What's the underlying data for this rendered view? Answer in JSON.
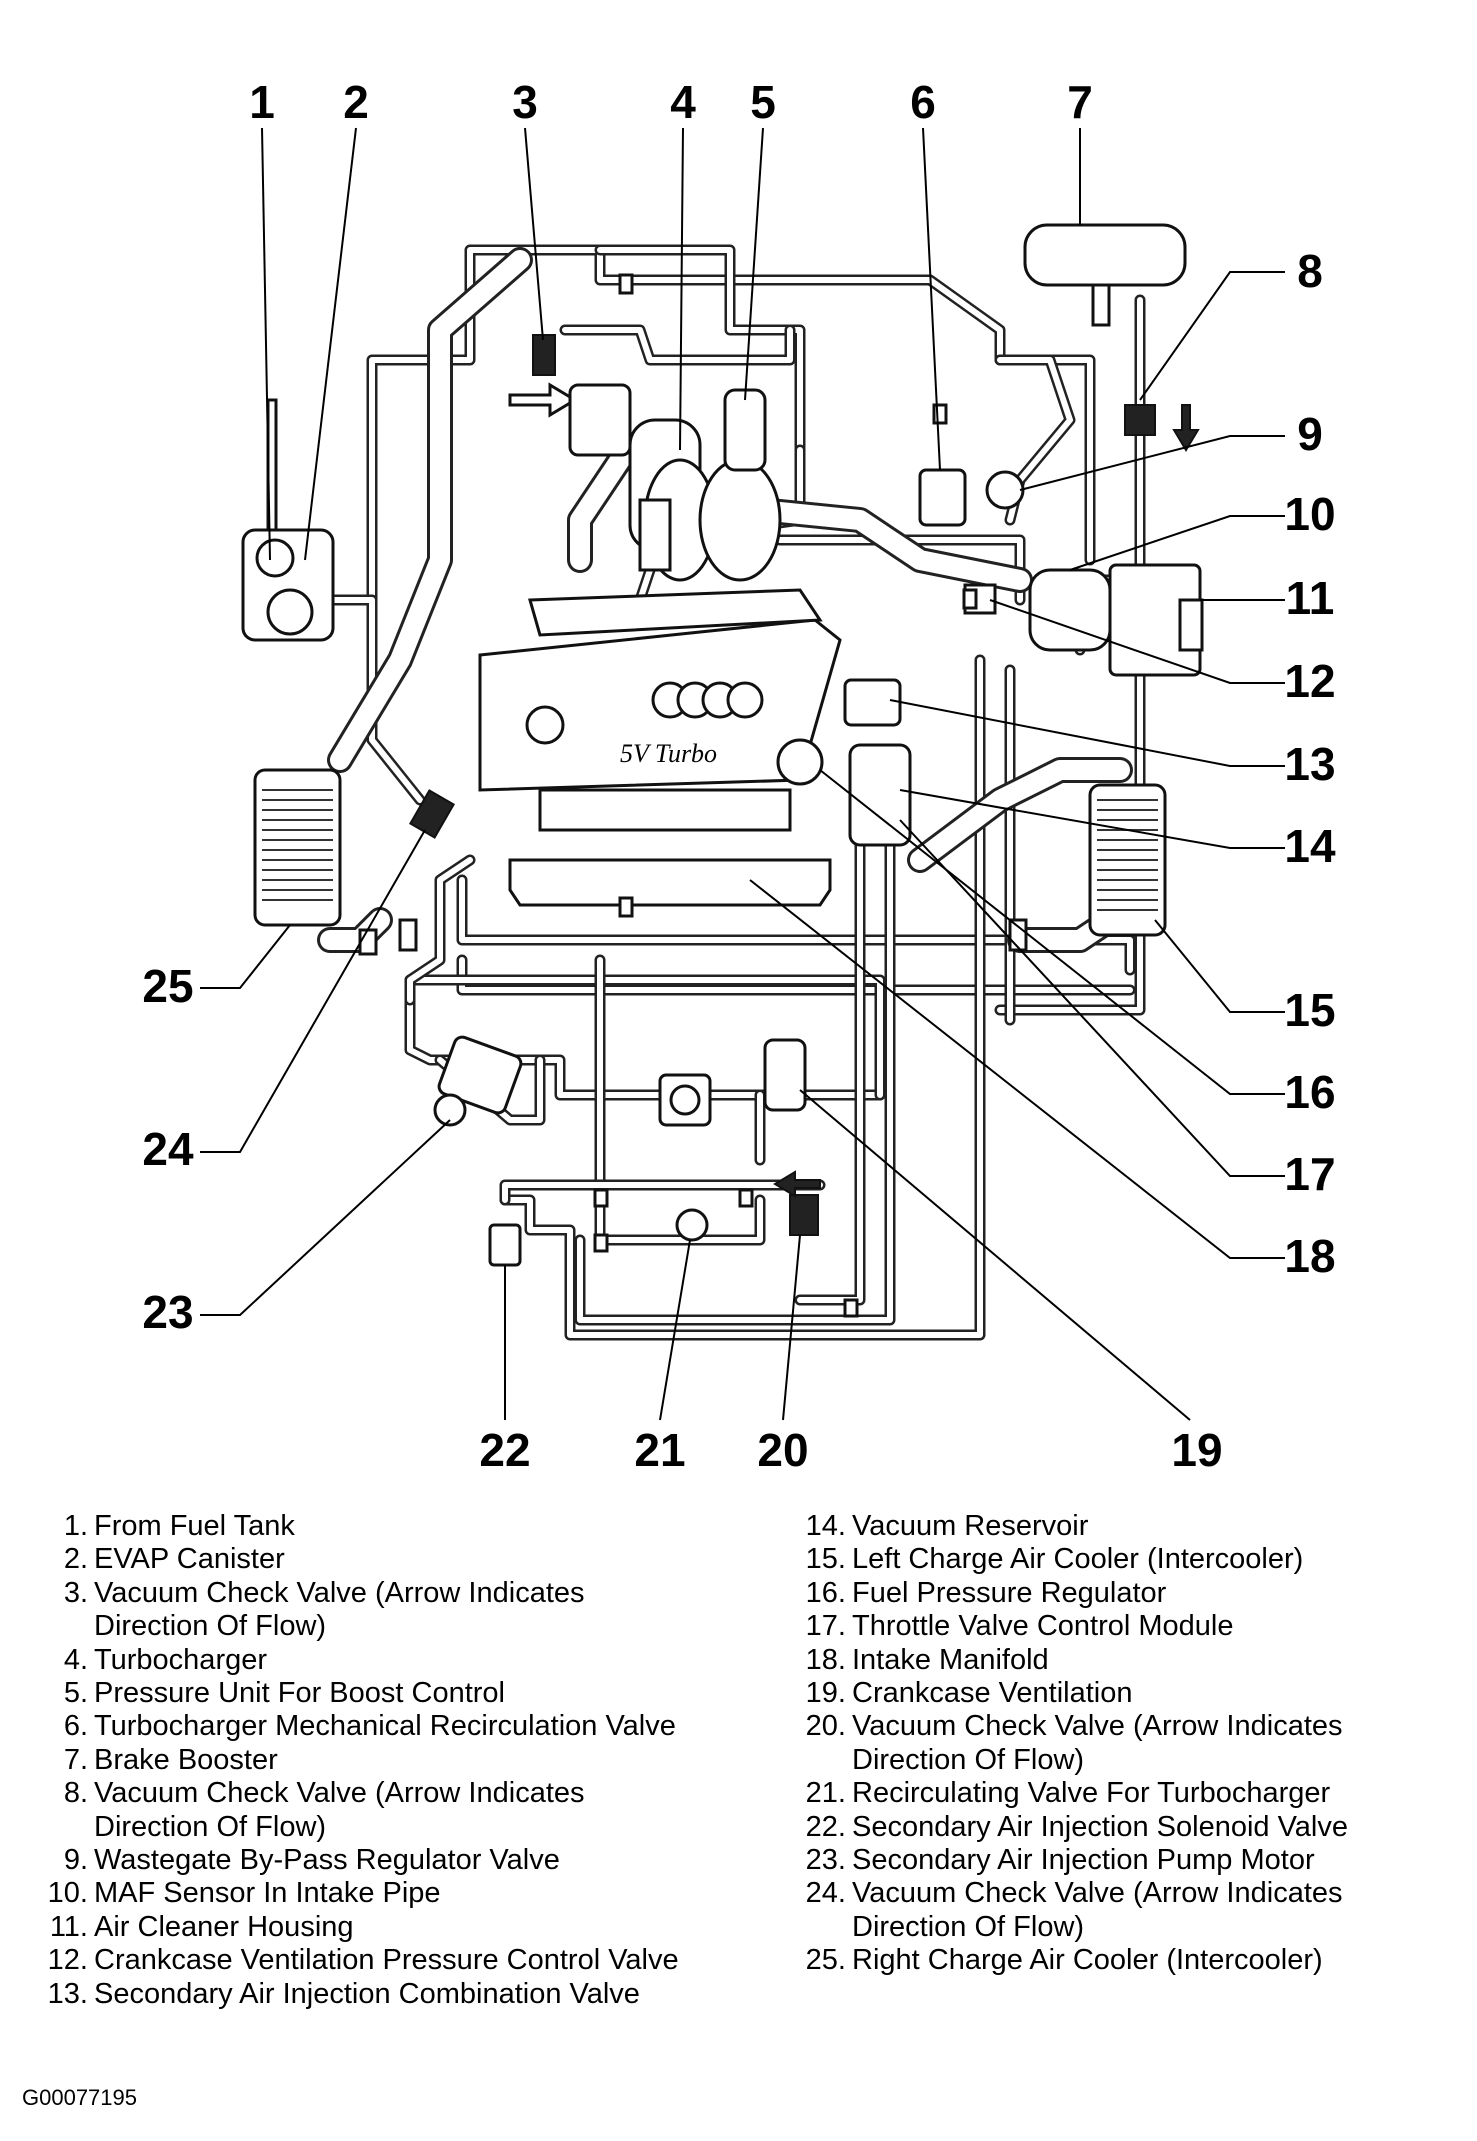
{
  "figure_code": "G00077195",
  "engine_badge": "5V Turbo",
  "callouts": [
    "1",
    "2",
    "3",
    "4",
    "5",
    "6",
    "7",
    "8",
    "9",
    "10",
    "11",
    "12",
    "13",
    "14",
    "15",
    "16",
    "17",
    "18",
    "19",
    "20",
    "21",
    "22",
    "23",
    "24",
    "25"
  ],
  "legend": {
    "left": [
      {
        "num": "1.",
        "lines": [
          "From Fuel Tank"
        ]
      },
      {
        "num": "2.",
        "lines": [
          "EVAP Canister"
        ]
      },
      {
        "num": "3.",
        "lines": [
          "Vacuum Check Valve (Arrow Indicates",
          "Direction Of Flow)"
        ]
      },
      {
        "num": "4.",
        "lines": [
          "Turbocharger"
        ]
      },
      {
        "num": "5.",
        "lines": [
          "Pressure Unit For Boost Control"
        ]
      },
      {
        "num": "6.",
        "lines": [
          "Turbocharger Mechanical Recirculation Valve"
        ]
      },
      {
        "num": "7.",
        "lines": [
          "Brake Booster"
        ]
      },
      {
        "num": "8.",
        "lines": [
          "Vacuum Check Valve (Arrow Indicates",
          "Direction Of Flow)"
        ]
      },
      {
        "num": "9.",
        "lines": [
          "Wastegate By-Pass Regulator Valve"
        ]
      },
      {
        "num": "10.",
        "lines": [
          "MAF Sensor In Intake Pipe"
        ]
      },
      {
        "num": "11.",
        "lines": [
          "Air Cleaner Housing"
        ]
      },
      {
        "num": "12.",
        "lines": [
          "Crankcase Ventilation Pressure Control Valve"
        ]
      },
      {
        "num": "13.",
        "lines": [
          "Secondary Air Injection Combination Valve"
        ]
      }
    ],
    "right": [
      {
        "num": "14.",
        "lines": [
          "Vacuum Reservoir"
        ]
      },
      {
        "num": "15.",
        "lines": [
          "Left Charge Air Cooler (Intercooler)"
        ]
      },
      {
        "num": "16.",
        "lines": [
          "Fuel Pressure Regulator"
        ]
      },
      {
        "num": "17.",
        "lines": [
          "Throttle Valve Control Module"
        ]
      },
      {
        "num": "18.",
        "lines": [
          "Intake Manifold"
        ]
      },
      {
        "num": "19.",
        "lines": [
          "Crankcase Ventilation"
        ]
      },
      {
        "num": "20.",
        "lines": [
          "Vacuum Check Valve (Arrow Indicates",
          "Direction Of Flow)"
        ]
      },
      {
        "num": "21.",
        "lines": [
          "Recirculating Valve For Turbocharger"
        ]
      },
      {
        "num": "22.",
        "lines": [
          "Secondary Air Injection Solenoid Valve"
        ]
      },
      {
        "num": "23.",
        "lines": [
          "Secondary Air Injection Pump Motor"
        ]
      },
      {
        "num": "24.",
        "lines": [
          "Vacuum Check Valve (Arrow Indicates",
          "Direction Of Flow)"
        ]
      },
      {
        "num": "25.",
        "lines": [
          "Right Charge Air Cooler (Intercooler)"
        ]
      }
    ]
  }
}
